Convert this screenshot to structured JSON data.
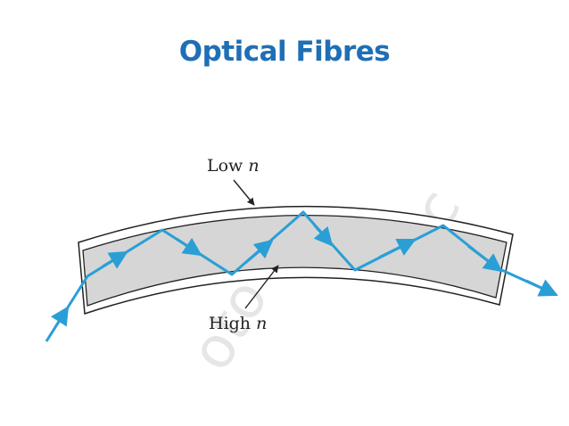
{
  "title": "Optical Fibres",
  "labels": {
    "low_n": {
      "text": "Low ",
      "var": "n"
    },
    "high_n": {
      "text": "High ",
      "var": "n"
    }
  },
  "colors": {
    "title": "#1f6fb6",
    "ray": "#2a9fd6",
    "core": "#d6d6d6",
    "outline": "#222222"
  },
  "icons": [
    "arrow-icon"
  ]
}
